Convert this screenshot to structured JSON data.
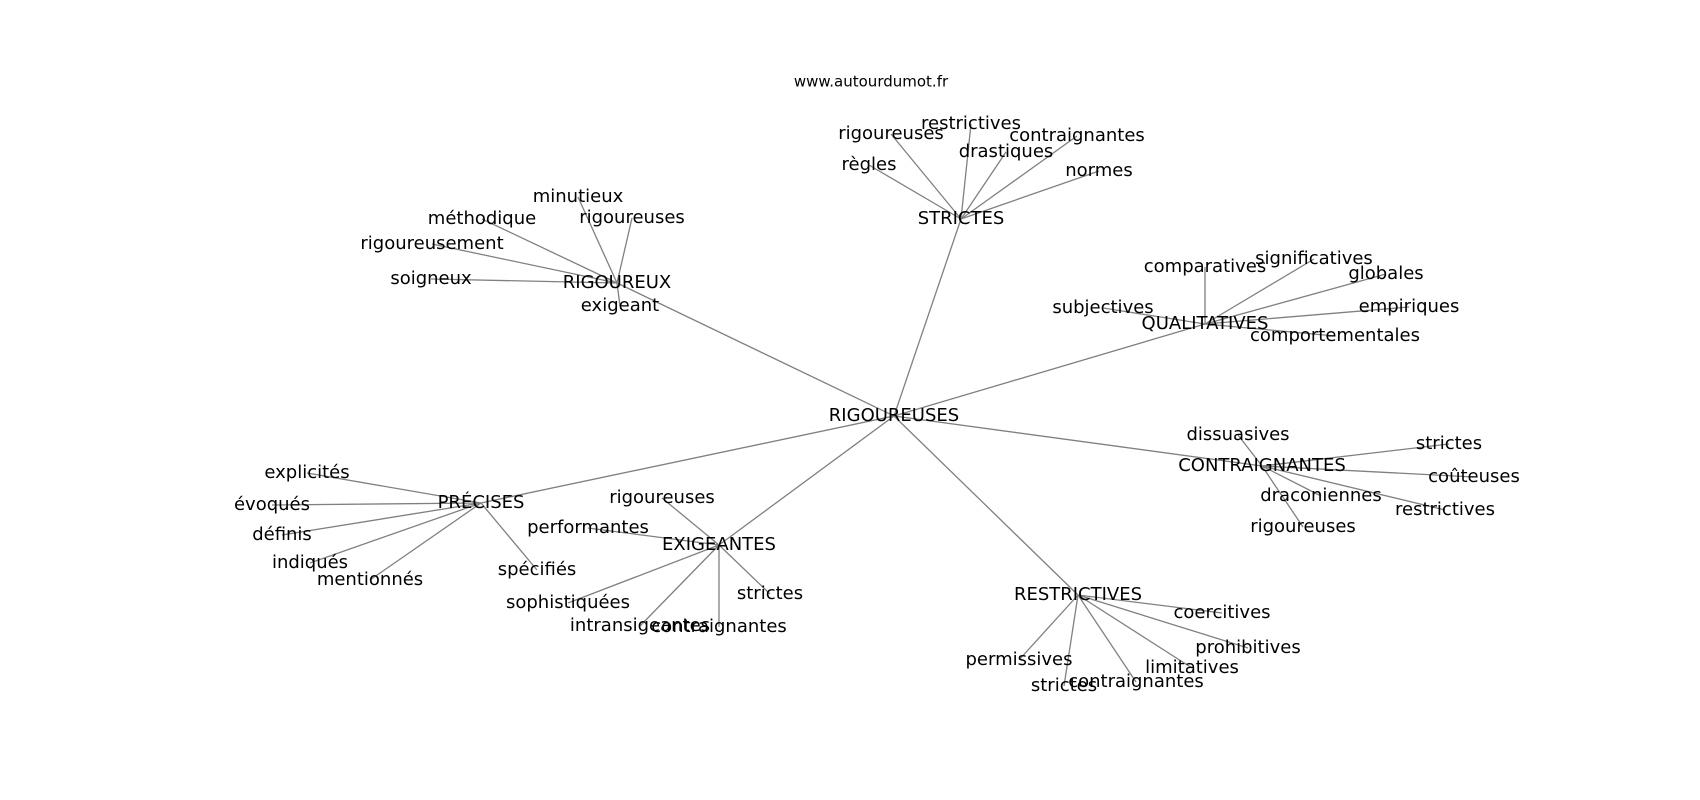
{
  "source": "www.autourdumot.fr",
  "edge_color": "#808080",
  "text_color": "#000000",
  "center": "RIGOUREUSES",
  "groups": [
    {
      "label": "STRICTES",
      "leaves": [
        "rigoureuses",
        "restrictives",
        "contraignantes",
        "drastiques",
        "règles",
        "normes"
      ]
    },
    {
      "label": "RIGOUREUX",
      "leaves": [
        "minutieux",
        "méthodique",
        "rigoureuses",
        "rigoureusement",
        "soigneux",
        "exigeant"
      ]
    },
    {
      "label": "QUALITATIVES",
      "leaves": [
        "comparatives",
        "significatives",
        "globales",
        "subjectives",
        "empiriques",
        "comportementales"
      ]
    },
    {
      "label": "CONTRAIGNANTES",
      "leaves": [
        "dissuasives",
        "strictes",
        "coûteuses",
        "draconiennes",
        "restrictives",
        "rigoureuses"
      ]
    },
    {
      "label": "PRÉCISES",
      "leaves": [
        "explicités",
        "évoqués",
        "définis",
        "indiqués",
        "mentionnés",
        "spécifiés"
      ]
    },
    {
      "label": "EXIGEANTES",
      "leaves": [
        "rigoureuses",
        "performantes",
        "sophistiquées",
        "strictes",
        "intransigeantes",
        "contraignantes"
      ]
    },
    {
      "label": "RESTRICTIVES",
      "leaves": [
        "coercitives",
        "prohibitives",
        "limitatives",
        "permissives",
        "strictes",
        "contraignantes"
      ]
    }
  ]
}
